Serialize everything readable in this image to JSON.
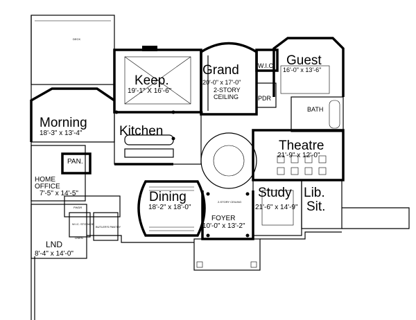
{
  "rooms": {
    "morning": {
      "name": "Morning",
      "dim": "18'-3\" x 13'-4\""
    },
    "keep": {
      "name": "Keep.",
      "dim": "19'-1\" X 16'-6\""
    },
    "grand": {
      "name": "Grand",
      "dim": "20'-0\" x 17'-0\"",
      "note1": "2-STORY",
      "note2": "CEILING"
    },
    "wic": {
      "name": "W.I.C."
    },
    "pdr": {
      "name": "PDR"
    },
    "guest": {
      "name": "Guest",
      "dim": "16'-0\" x 13'-6\""
    },
    "bath": {
      "name": "BATH"
    },
    "kitchen": {
      "name": "Kitchen"
    },
    "theatre": {
      "name": "Theatre",
      "dim": "21'-9\" x 12'-0\""
    },
    "pan": {
      "name": "PAN."
    },
    "home_office": {
      "name1": "HOME",
      "name2": "OFFICE",
      "dim": "7'-5\" x 14'-5\""
    },
    "dining": {
      "name": "Dining",
      "dim": "18'-2\" x 18'-0\""
    },
    "foyer": {
      "name": "FOYER",
      "dim": "10'-0\" x 13'-2\""
    },
    "study": {
      "name": "Study",
      "dim": "21'-6\" x 14'-9\""
    },
    "lib_sit": {
      "name1": "Lib.",
      "name2": "Sit."
    },
    "lnd": {
      "name": "LND",
      "dim": "8'-4\" x 14'-0\""
    },
    "pwdr": {
      "name": "PWDR"
    },
    "wic_storage": {
      "name": "W.I.C. STORAGE"
    },
    "butlers_pantry": {
      "name": "BUTLER'S PANTRY"
    },
    "linen": {
      "name": "LINEN"
    },
    "deck": {
      "name": "DECK"
    },
    "stair_note": {
      "name": "2-STORY CEILING"
    }
  }
}
